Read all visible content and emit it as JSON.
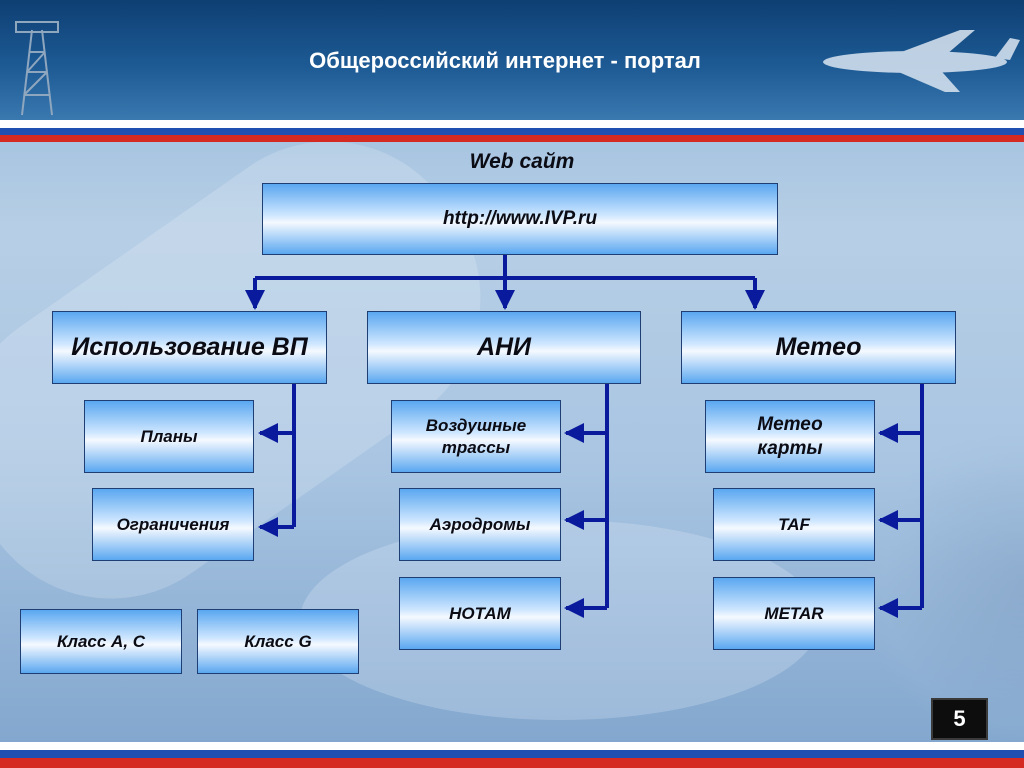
{
  "header": {
    "title": "Общероссийский интернет - портал"
  },
  "site": {
    "label": "Web сайт",
    "url": "http://www.IVP.ru"
  },
  "sections": [
    {
      "title": "Использование ВП",
      "items": [
        "Планы",
        "Ограничения"
      ]
    },
    {
      "title": "АНИ",
      "items": [
        "Воздушные\nтрассы",
        "Аэродромы",
        "НОТАМ"
      ]
    },
    {
      "title": "Метео",
      "items": [
        "Метео\nкарты",
        "TAF",
        "METAR"
      ]
    }
  ],
  "classes": [
    "Класс А, С",
    "Класс G"
  ],
  "page_number": "5",
  "colors": {
    "connector": "#0a1a9c",
    "flag_white": "#ffffff",
    "flag_blue": "#1f4fb0",
    "flag_red": "#d42a22",
    "header_blue": "#1d5a94"
  }
}
